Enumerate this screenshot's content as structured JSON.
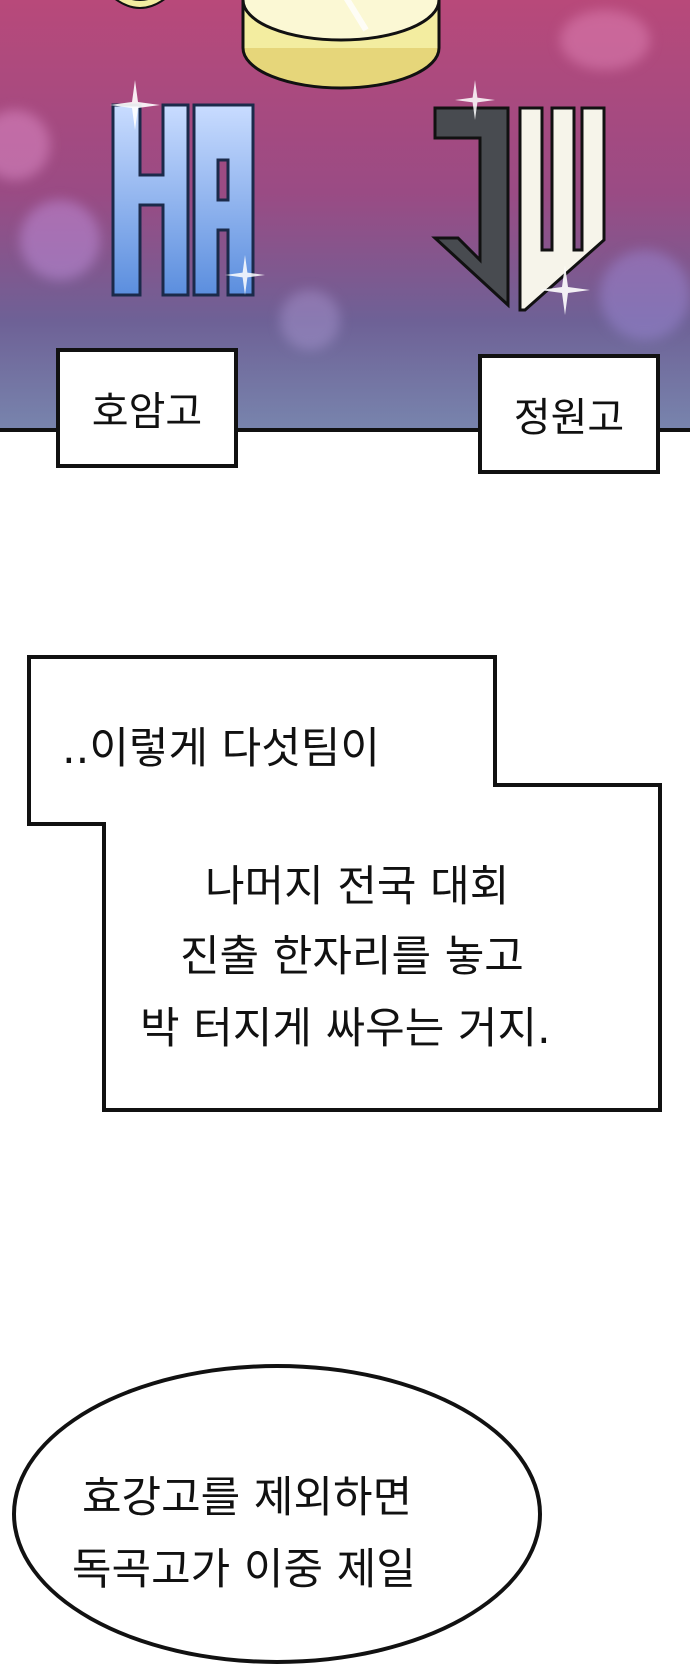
{
  "scene": {
    "left_school": {
      "logo_letters": "HA",
      "label": "호암고"
    },
    "right_school": {
      "logo_letters": "JW",
      "label": "정원고"
    }
  },
  "caption": {
    "line1": "..이렇게 다섯팀이",
    "line2": "나머지 전국 대회",
    "line3": "진출 한자리를 놓고",
    "line4": "박 터지게 싸우는 거지."
  },
  "speech_bubble": {
    "line1": "효강고를 제외하면",
    "line2": "독곡고가 이중 제일"
  },
  "colors": {
    "panel_top": "#b8497a",
    "panel_bottom": "#7884ad",
    "coin_gold": "#f3eda0",
    "ha_logo_blue": "#7aa6ea",
    "jw_logo_dark": "#45484d",
    "jw_logo_light": "#f4f3ea",
    "ink": "#111111"
  }
}
